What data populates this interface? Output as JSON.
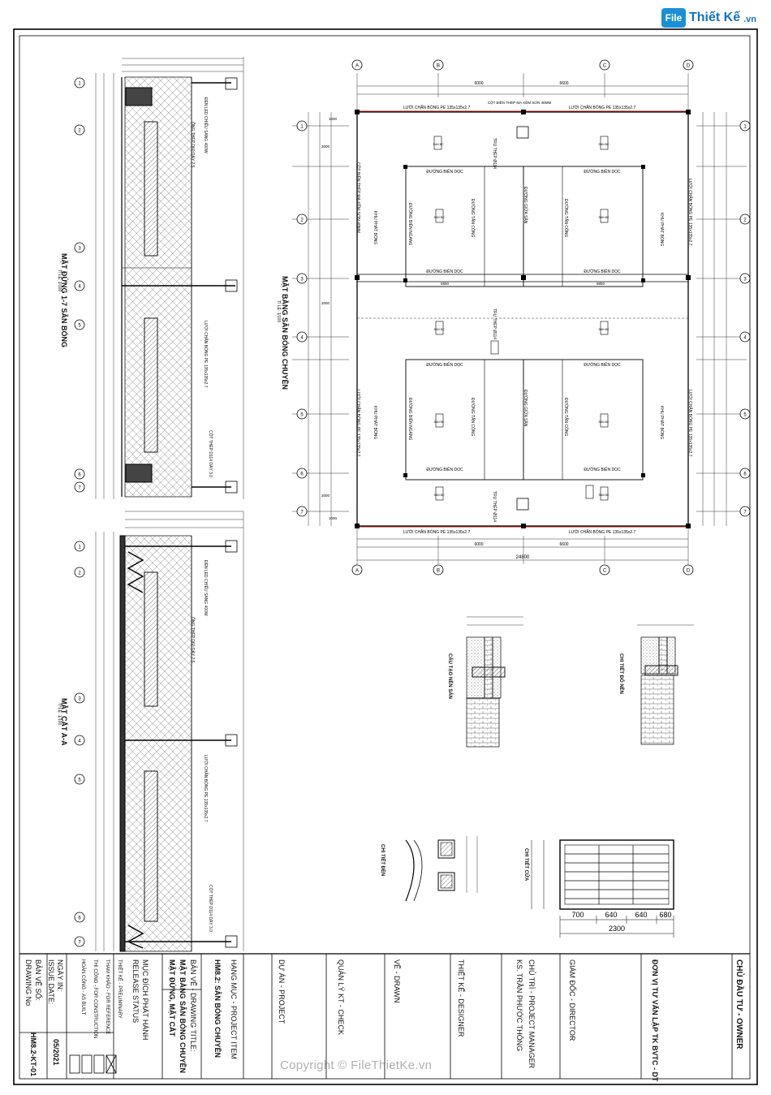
{
  "logo": {
    "text": "Thiết Kế",
    "sub": ".vn"
  },
  "watermark": "Copyright © FileThietKe.vn",
  "title_block": {
    "owner": "CHỦ ĐẦU TƯ - OWNER",
    "consultant": "ĐƠN VỊ TƯ VẤN LẬP TK BVTC - DT",
    "director": "GIÁM ĐỐC - DIRECTOR",
    "project_manager_role": "CHỦ TRÌ - PROJECT MANAGER",
    "project_manager_name": "KS. TRẦN PHƯỚC THÔNG",
    "designer": "THIẾT KẾ - DESIGNER",
    "drawn": "VẼ - DRAWN",
    "checked": "QUẢN LÝ KT - CHECK",
    "project": "DỰ ÁN - PROJECT",
    "item_label": "HẠNG MỤC - PROJECT ITEM",
    "item_value": "HM8.2: SÂN BÓNG CHUYỀN",
    "drawing_title_label": "BẢN VẼ - DRAWING TITLE:",
    "drawing_title_1": "MẶT BẰNG SÂN BÓNG CHUYỀN",
    "drawing_title_2": "MẶT ĐỨNG, MẶT CẮT",
    "release_label_1": "MỤC ĐÍCH PHÁT HÀNH",
    "release_label_2": "RELEASE STATUS",
    "status_1": "THIẾT KẾ - PRELIMINARY",
    "status_2": "THAM KHẢO - FOR REFERENCE",
    "status_3": "THI CÔNG - FOR CONSTRUCTION",
    "status_4": "HOÀN CÔNG - AS BUILT",
    "issue_label_1": "NGÀY IN:",
    "issue_label_2": "ISSUE DATE:",
    "issue_value": "05/2021",
    "drawing_no_label_1": "BẢN VẼ SỐ:",
    "drawing_no_label_2": "DRAWING No",
    "drawing_no_value": "HM8.2-KT-01"
  },
  "views": {
    "elev_1_7": "MẶT ĐỨNG 1-7 SÂN BÓNG",
    "section_aa": "MẶT CẮT A-A",
    "plan": "MẶT BẰNG SÂN BÓNG CHUYỀN",
    "scale": "TỈ LỆ: 1/100",
    "detail_floor": "CẤU TẠO NỀN SÂN",
    "detail_post": "CHI TIẾT ĐỐ NỀN",
    "detail_light": "CHI TIẾT ĐÈN",
    "detail_door": "CHI TIẾT CỬA"
  },
  "plan_labels": {
    "net": "LƯỚI CHẮN BÓNG PE 135x135x2.7",
    "post": "CỘT BIÊN THÉP MẠ KẼM SƠN 48MM",
    "side_line": "ĐƯỜNG BIÊN DỌC",
    "end_line": "ĐƯỜNG BIÊN NGANG",
    "attack_line": "ĐƯỜNG TẤN CÔNG",
    "center_line": "ĐƯỜNG GIỮA SÂN",
    "serve_zone": "KHU PHÁT BÓNG",
    "net_post": "TRỤ THÉP Ø114",
    "court_code": "SAN BC",
    "dim_total": "24800",
    "dim_6000": "6000",
    "dim_6600": "6600",
    "dim_3000": "3000",
    "dim_1000": "1000",
    "dim_5850": "5850"
  },
  "elev_labels": {
    "lamp": "ĐÈN LED CHIẾU SÁNG 400W",
    "net": "LƯỚI CHẮN BÓNG PE 135x135x2.7",
    "pipe": "ỐNG THÉP D60 DÀY 2.5",
    "post": "CỘT THÉP D114 DÀY 3.0"
  },
  "door_dims": {
    "d1": "700",
    "d2": "640",
    "d3": "640",
    "d4": "680",
    "total": "2300"
  },
  "grid_numbers": [
    "1",
    "2",
    "3",
    "4",
    "5",
    "6",
    "7"
  ],
  "grid_letters": [
    "A",
    "B",
    "C",
    "D"
  ]
}
